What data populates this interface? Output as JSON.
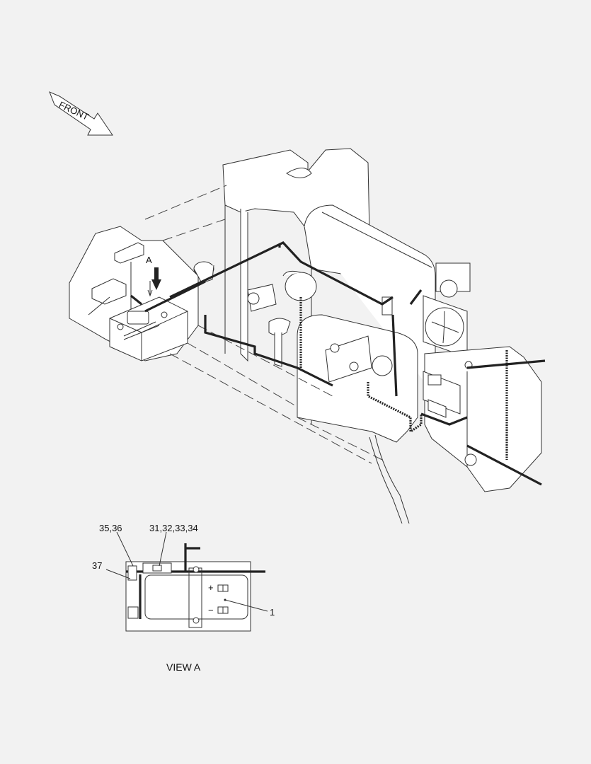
{
  "arrow": {
    "text": "FRONT"
  },
  "markers": {
    "view_ref": "A"
  },
  "callouts": {
    "battery_cap": "35,36",
    "terminals": "31,32,33,34",
    "clip": "37",
    "battery": "1"
  },
  "battery_symbols": {
    "plus": "+",
    "minus": "−"
  },
  "view_caption": "VIEW  A"
}
